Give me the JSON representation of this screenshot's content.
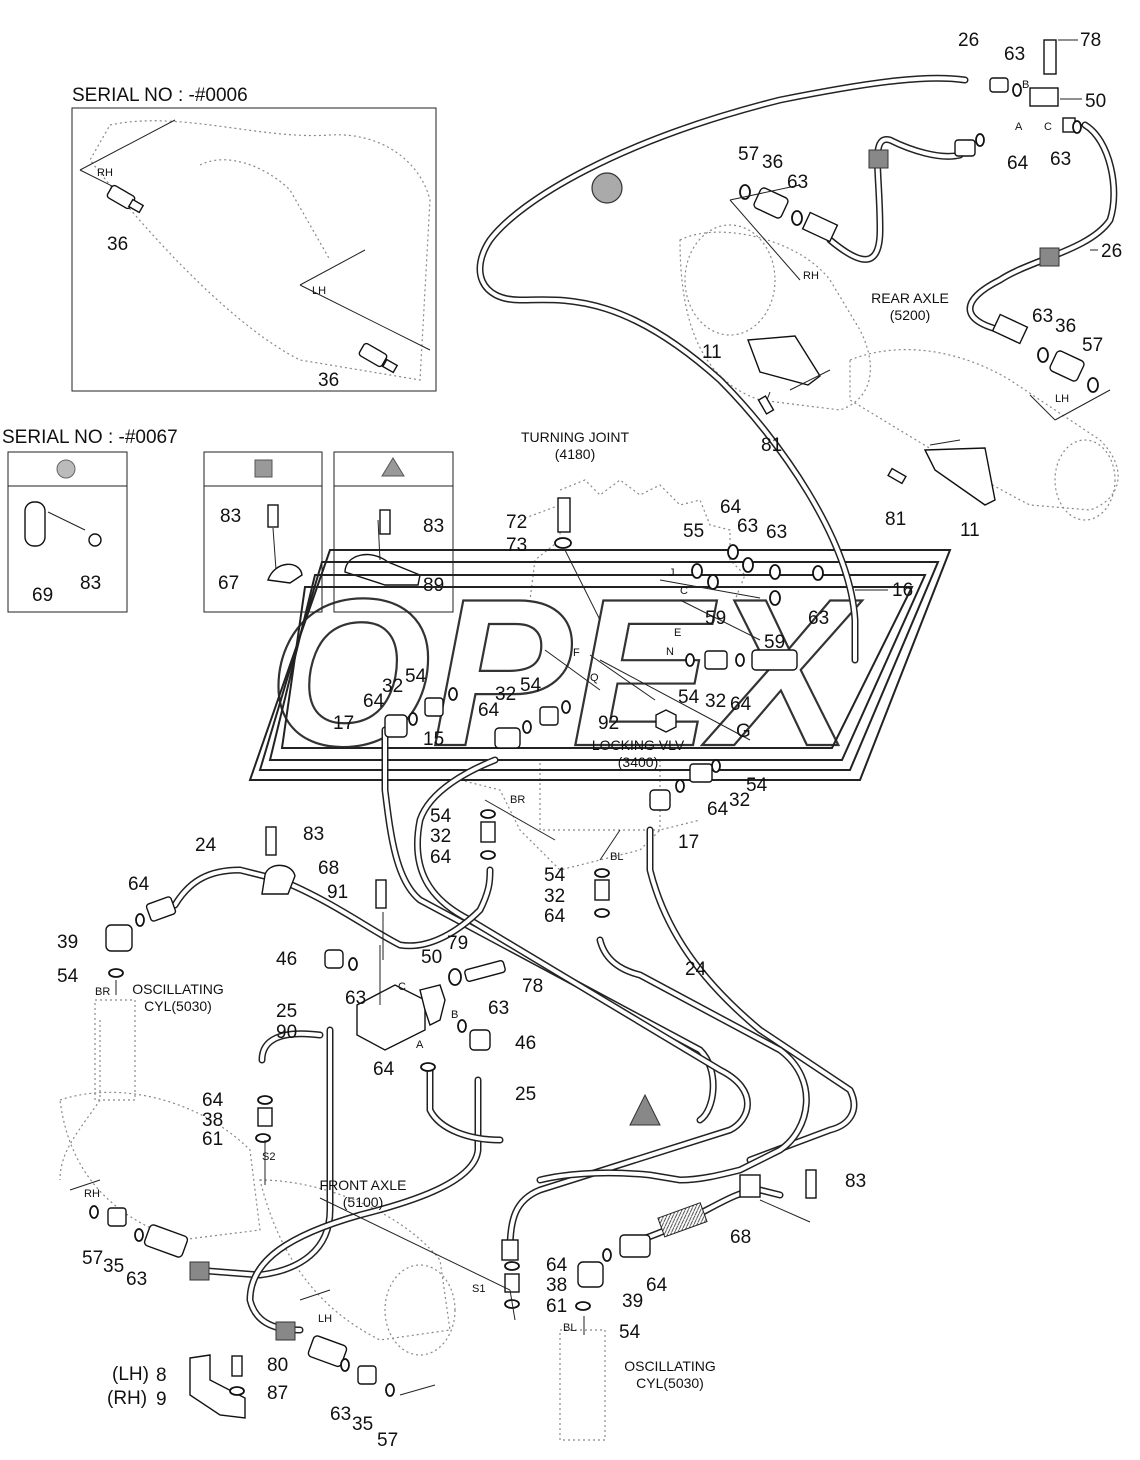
{
  "serial_top": "SERIAL NO : -#0006",
  "serial_mid": "SERIAL NO : -#0067",
  "titles": {
    "turning_joint": "TURNING JOINT",
    "turning_joint_no": "(4180)",
    "locking_vlv": "LOCKING VLV",
    "locking_vlv_no": "(3400)",
    "rear_axle": "REAR AXLE",
    "rear_axle_no": "(5200)",
    "front_axle": "FRONT AXLE",
    "front_axle_no": "(5100)",
    "osc_cyl_left_1": "OSCILLATING",
    "osc_cyl_left_2": "CYL(5030)",
    "osc_cyl_right_1": "OSCILLATING",
    "osc_cyl_right_2": "CYL(5030)"
  },
  "watermark": "OPEX",
  "legend": {
    "circle_parts": [
      "69",
      "83"
    ],
    "square_parts": [
      "83",
      "67"
    ],
    "triangle_parts": [
      "83",
      "89"
    ]
  },
  "port_letters": {
    "A1": "A",
    "B1": "B",
    "C1": "C",
    "A2": "A",
    "B2": "B",
    "C2": "C",
    "J": "J",
    "C3": "C",
    "E": "E",
    "N": "N",
    "F": "F",
    "Q": "Q",
    "G": "G",
    "BR1": "BR",
    "BL1": "BL",
    "BR2": "BR",
    "BL2": "BL",
    "S1": "S1",
    "S2": "S2",
    "RH1": "RH",
    "LH1": "LH",
    "RH2": "RH",
    "LH2": "LH",
    "RH3": "RH",
    "LH3": "LH",
    "LH_label": "(LH)",
    "RH_label": "(RH)"
  },
  "callouts": [
    {
      "id": "c1",
      "t": "26"
    },
    {
      "id": "c2",
      "t": "63"
    },
    {
      "id": "c3",
      "t": "78"
    },
    {
      "id": "c4",
      "t": "50"
    },
    {
      "id": "c5",
      "t": "64"
    },
    {
      "id": "c6",
      "t": "63"
    },
    {
      "id": "c7",
      "t": "57"
    },
    {
      "id": "c8",
      "t": "36"
    },
    {
      "id": "c9",
      "t": "63"
    },
    {
      "id": "c10",
      "t": "26"
    },
    {
      "id": "c11",
      "t": "63"
    },
    {
      "id": "c12",
      "t": "36"
    },
    {
      "id": "c13",
      "t": "57"
    },
    {
      "id": "c14",
      "t": "11"
    },
    {
      "id": "c15",
      "t": "81"
    },
    {
      "id": "c16",
      "t": "81"
    },
    {
      "id": "c17",
      "t": "11"
    },
    {
      "id": "c18",
      "t": "36"
    },
    {
      "id": "c19",
      "t": "36"
    },
    {
      "id": "c20",
      "t": "69"
    },
    {
      "id": "c21",
      "t": "83"
    },
    {
      "id": "c22",
      "t": "83"
    },
    {
      "id": "c23",
      "t": "67"
    },
    {
      "id": "c24",
      "t": "83"
    },
    {
      "id": "c25",
      "t": "89"
    },
    {
      "id": "c26",
      "t": "72"
    },
    {
      "id": "c27",
      "t": "73"
    },
    {
      "id": "c28",
      "t": "64"
    },
    {
      "id": "c29",
      "t": "55"
    },
    {
      "id": "c30",
      "t": "63"
    },
    {
      "id": "c31",
      "t": "63"
    },
    {
      "id": "c32",
      "t": "16"
    },
    {
      "id": "c33",
      "t": "59"
    },
    {
      "id": "c34",
      "t": "63"
    },
    {
      "id": "c35",
      "t": "59"
    },
    {
      "id": "c36",
      "t": "54"
    },
    {
      "id": "c37",
      "t": "32"
    },
    {
      "id": "c38",
      "t": "64"
    },
    {
      "id": "c39",
      "t": "54"
    },
    {
      "id": "c40",
      "t": "32"
    },
    {
      "id": "c41",
      "t": "64"
    },
    {
      "id": "c42",
      "t": "32"
    },
    {
      "id": "c43",
      "t": "54"
    },
    {
      "id": "c44",
      "t": "64"
    },
    {
      "id": "c45",
      "t": "17"
    },
    {
      "id": "c46",
      "t": "15"
    },
    {
      "id": "c47",
      "t": "92"
    },
    {
      "id": "c48",
      "t": "54"
    },
    {
      "id": "c49",
      "t": "32"
    },
    {
      "id": "c50",
      "t": "64"
    },
    {
      "id": "c51",
      "t": "17"
    },
    {
      "id": "c52",
      "t": "54"
    },
    {
      "id": "c53",
      "t": "32"
    },
    {
      "id": "c54",
      "t": "64"
    },
    {
      "id": "c55",
      "t": "83"
    },
    {
      "id": "c56",
      "t": "24"
    },
    {
      "id": "c57",
      "t": "68"
    },
    {
      "id": "c58",
      "t": "64"
    },
    {
      "id": "c59",
      "t": "91"
    },
    {
      "id": "c60",
      "t": "39"
    },
    {
      "id": "c61",
      "t": "54"
    },
    {
      "id": "c62",
      "t": "54"
    },
    {
      "id": "c63",
      "t": "32"
    },
    {
      "id": "c64",
      "t": "64"
    },
    {
      "id": "c65",
      "t": "24"
    },
    {
      "id": "c66",
      "t": "46"
    },
    {
      "id": "c67",
      "t": "50"
    },
    {
      "id": "c68",
      "t": "79"
    },
    {
      "id": "c69",
      "t": "78"
    },
    {
      "id": "c70",
      "t": "63"
    },
    {
      "id": "c71",
      "t": "25"
    },
    {
      "id": "c72",
      "t": "90"
    },
    {
      "id": "c73",
      "t": "63"
    },
    {
      "id": "c74",
      "t": "46"
    },
    {
      "id": "c75",
      "t": "64"
    },
    {
      "id": "c76",
      "t": "25"
    },
    {
      "id": "c77",
      "t": "64"
    },
    {
      "id": "c78",
      "t": "38"
    },
    {
      "id": "c79",
      "t": "61"
    },
    {
      "id": "c80",
      "t": "83"
    },
    {
      "id": "c81",
      "t": "68"
    },
    {
      "id": "c82",
      "t": "57"
    },
    {
      "id": "c83",
      "t": "35"
    },
    {
      "id": "c84",
      "t": "63"
    },
    {
      "id": "c85",
      "t": "64"
    },
    {
      "id": "c86",
      "t": "38"
    },
    {
      "id": "c87",
      "t": "61"
    },
    {
      "id": "c88",
      "t": "64"
    },
    {
      "id": "c89",
      "t": "39"
    },
    {
      "id": "c90",
      "t": "54"
    },
    {
      "id": "c91",
      "t": "8"
    },
    {
      "id": "c92",
      "t": "9"
    },
    {
      "id": "c93",
      "t": "80"
    },
    {
      "id": "c94",
      "t": "87"
    },
    {
      "id": "c95",
      "t": "63"
    },
    {
      "id": "c96",
      "t": "35"
    },
    {
      "id": "c97",
      "t": "57"
    }
  ]
}
